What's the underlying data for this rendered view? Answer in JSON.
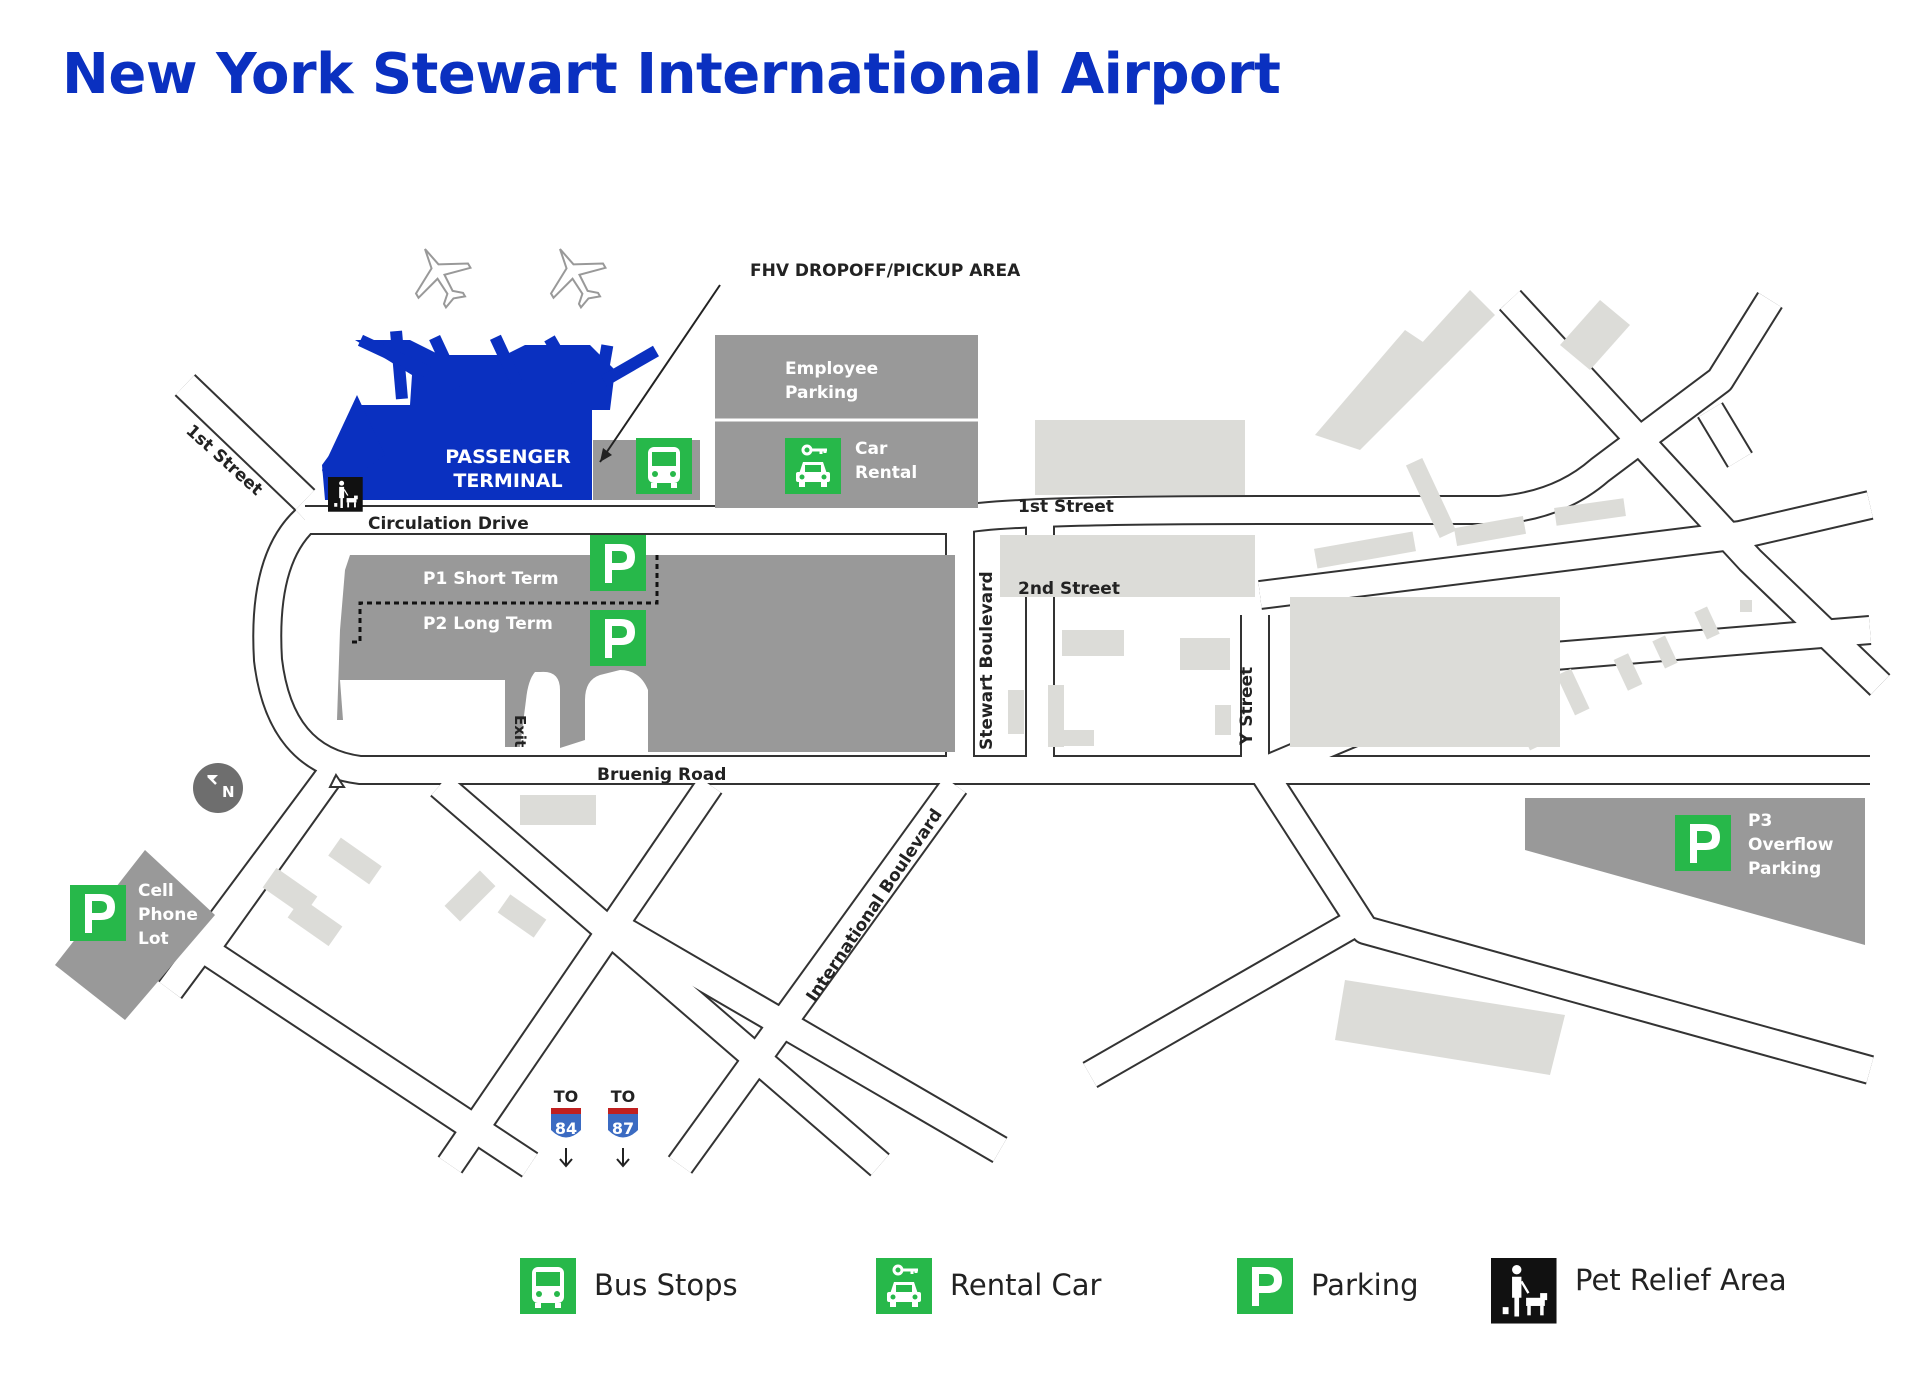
{
  "title": "New York Stewart International Airport",
  "colors": {
    "terminal": "#0a30c0",
    "parking_gray": "#999999",
    "building_light": "#dcdcd8",
    "icon_green": "#27b84a",
    "road_outline": "#333333"
  },
  "map": {
    "fhv_label": "FHV DROPOFF/PICKUP AREA",
    "terminal_label_1": "PASSENGER",
    "terminal_label_2": "TERMINAL",
    "employee_parking_1": "Employee",
    "employee_parking_2": "Parking",
    "car_rental_1": "Car",
    "car_rental_2": "Rental",
    "p1_label": "P1 Short Term",
    "p2_label": "P2 Long Term",
    "p3_label_1": "P3",
    "p3_label_2": "Overflow",
    "p3_label_3": "Parking",
    "cell_lot_1": "Cell",
    "cell_lot_2": "Phone",
    "cell_lot_3": "Lot",
    "exit_label": "Exit",
    "north_label": "N",
    "to_label_1": "TO",
    "to_label_2": "TO",
    "hwy_84": "84",
    "hwy_87": "87",
    "streets": {
      "first_street_nw": "1st Street",
      "circulation_drive": "Circulation Drive",
      "first_street": "1st Street",
      "second_street": "2nd Street",
      "stewart_blvd": "Stewart Boulevard",
      "y_street": "Y Street",
      "bruenig_road": "Bruenig Road",
      "international_blvd": "International Boulevard"
    },
    "icons": {
      "bus": "bus-icon",
      "rental": "car-rental-icon",
      "parking": "parking-icon",
      "pet": "pet-relief-icon",
      "airplane": "airplane-icon",
      "north": "north-arrow-icon"
    }
  },
  "legend": {
    "bus_stops": "Bus Stops",
    "rental_car": "Rental Car",
    "parking": "Parking",
    "pet_relief": "Pet Relief Area"
  }
}
